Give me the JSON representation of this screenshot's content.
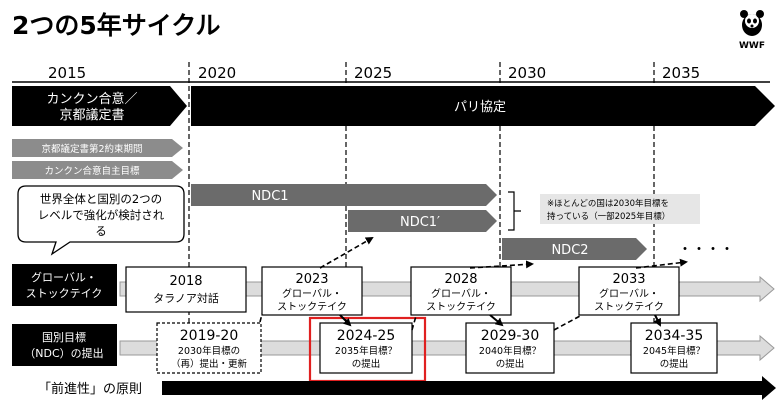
{
  "title": "2つの5年サイクル",
  "logo": {
    "text": "WWF",
    "icon": "panda-icon"
  },
  "years": [
    "2015",
    "2020",
    "2025",
    "2030",
    "2035"
  ],
  "bars": {
    "cancun": [
      "カンクン合意／",
      "京都議定書"
    ],
    "paris": "パリ協定",
    "kyoto_second": "京都議定書第2約束期間",
    "cancun_targets": "カンクン合意自主目標",
    "ndc1": "NDC1",
    "ndc1_prime": "NDC1′",
    "ndc2": "NDC2",
    "ellipsis": "・・・・",
    "progression": "「前進性」の原則"
  },
  "speech_bubble": [
    "世界全体と国別の2つの",
    "レベルで強化が検討され",
    "る"
  ],
  "note": [
    "※ほとんどの国は2030年目標を",
    "持っている（一部2025年目標）"
  ],
  "rows": {
    "global": [
      "グローバル・",
      "ストックテイク"
    ],
    "national": [
      "国別目標",
      "（NDC）の提出"
    ]
  },
  "stocktakes": [
    {
      "year": "2018",
      "lines": [
        "タラノア対話"
      ]
    },
    {
      "year": "2023",
      "lines": [
        "グローバル・",
        "ストックテイク"
      ]
    },
    {
      "year": "2028",
      "lines": [
        "グローバル・",
        "ストックテイク"
      ]
    },
    {
      "year": "2033",
      "lines": [
        "グローバル・",
        "ストックテイク"
      ]
    }
  ],
  "submissions": [
    {
      "year": "2019-20",
      "lines": [
        "2030年目標の",
        "（再）提出・更新"
      ]
    },
    {
      "year": "2024-25",
      "lines": [
        "2035年目標？",
        "の提出"
      ]
    },
    {
      "year": "2029-30",
      "lines": [
        "2040年目標？",
        "の提出"
      ]
    },
    {
      "year": "2034-35",
      "lines": [
        "2045年目標？",
        "の提出"
      ]
    }
  ],
  "colors": {
    "black": "#000000",
    "dark_gray": "#6b6b6b",
    "mid_gray": "#8c8c8c",
    "light_gray": "#d0d0d0",
    "highlight": "#e02020"
  }
}
